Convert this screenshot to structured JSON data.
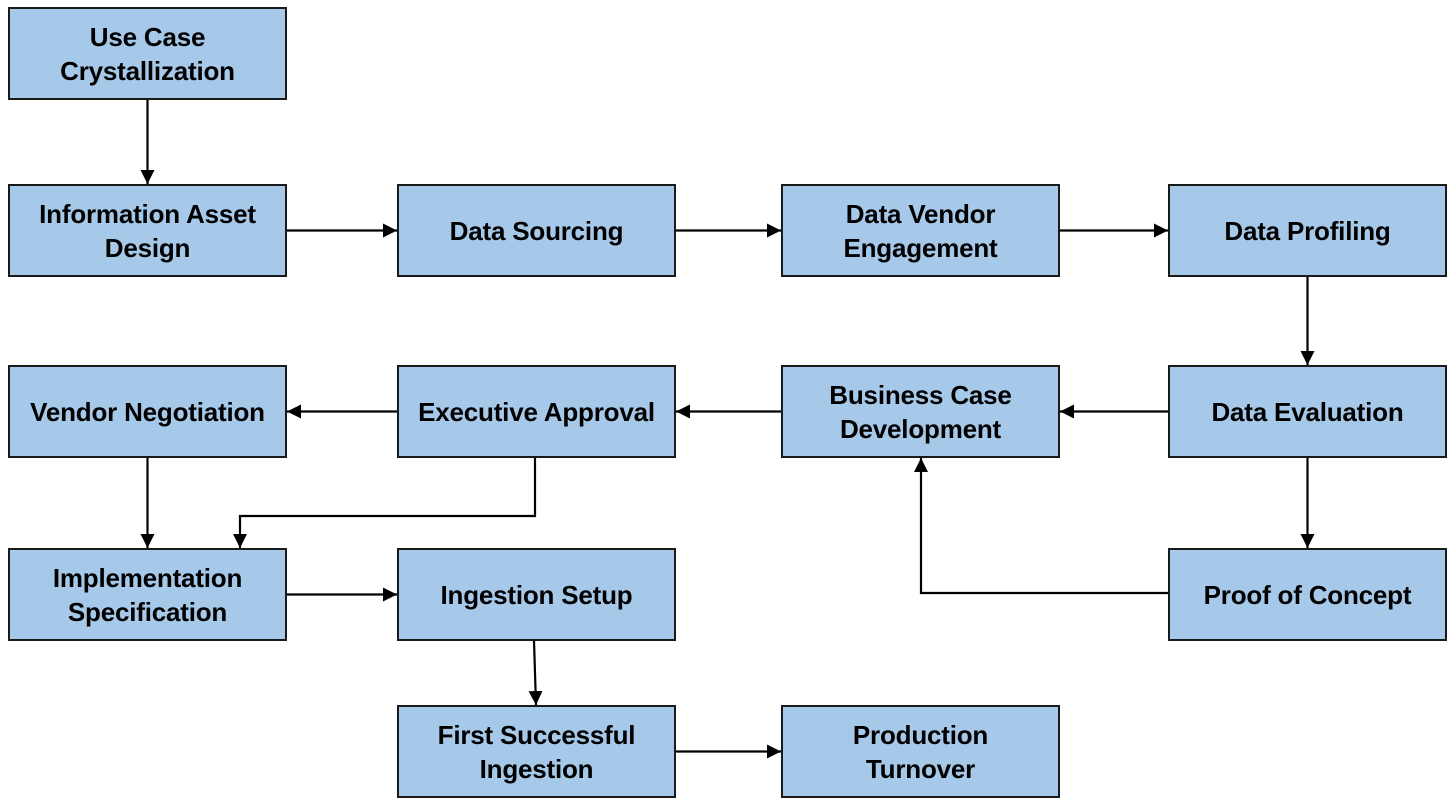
{
  "diagram": {
    "type": "flowchart",
    "colors": {
      "node_fill": "#A6C9EA",
      "node_border": "#1A1A1A",
      "arrow": "#000000",
      "text": "#000000",
      "background": "#FFFFFF"
    },
    "nodes": [
      {
        "id": "use-case-crystallization",
        "label": "Use Case\nCrystallization"
      },
      {
        "id": "information-asset-design",
        "label": "Information Asset\nDesign"
      },
      {
        "id": "data-sourcing",
        "label": "Data Sourcing"
      },
      {
        "id": "data-vendor-engagement",
        "label": "Data Vendor\nEngagement"
      },
      {
        "id": "data-profiling",
        "label": "Data Profiling"
      },
      {
        "id": "vendor-negotiation",
        "label": "Vendor Negotiation"
      },
      {
        "id": "executive-approval",
        "label": "Executive Approval"
      },
      {
        "id": "business-case-development",
        "label": "Business Case\nDevelopment"
      },
      {
        "id": "data-evaluation",
        "label": "Data Evaluation"
      },
      {
        "id": "implementation-specification",
        "label": "Implementation\nSpecification"
      },
      {
        "id": "ingestion-setup",
        "label": "Ingestion Setup"
      },
      {
        "id": "proof-of-concept",
        "label": "Proof of Concept"
      },
      {
        "id": "first-successful-ingestion",
        "label": "First Successful\nIngestion"
      },
      {
        "id": "production-turnover",
        "label": "Production\nTurnover"
      }
    ],
    "edges": [
      {
        "from": "Use Case Crystallization",
        "to": "Information Asset Design"
      },
      {
        "from": "Information Asset Design",
        "to": "Data Sourcing"
      },
      {
        "from": "Data Sourcing",
        "to": "Data Vendor Engagement"
      },
      {
        "from": "Data Vendor Engagement",
        "to": "Data Profiling"
      },
      {
        "from": "Data Profiling",
        "to": "Data Evaluation"
      },
      {
        "from": "Data Evaluation",
        "to": "Business Case Development"
      },
      {
        "from": "Business Case Development",
        "to": "Executive Approval"
      },
      {
        "from": "Executive Approval",
        "to": "Vendor Negotiation"
      },
      {
        "from": "Vendor Negotiation",
        "to": "Implementation Specification"
      },
      {
        "from": "Executive Approval",
        "to": "Implementation Specification"
      },
      {
        "from": "Implementation Specification",
        "to": "Ingestion Setup"
      },
      {
        "from": "Ingestion Setup",
        "to": "First Successful Ingestion"
      },
      {
        "from": "First Successful Ingestion",
        "to": "Production Turnover"
      },
      {
        "from": "Data Evaluation",
        "to": "Proof of Concept"
      },
      {
        "from": "Proof of Concept",
        "to": "Business Case Development"
      }
    ]
  }
}
